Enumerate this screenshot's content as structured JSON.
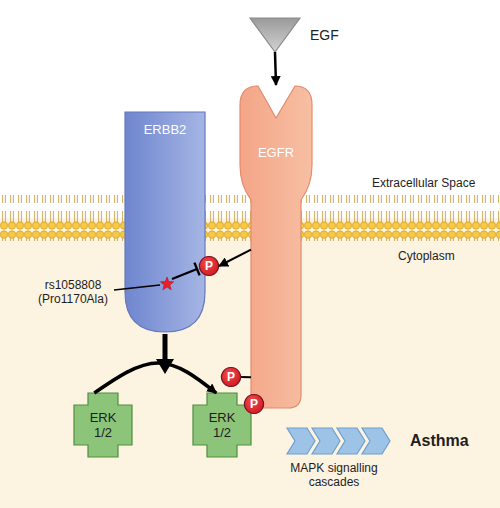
{
  "diagram": {
    "nodes": [
      {
        "text": [
          "EGF"
        ]
      },
      {
        "text": [
          "ERBB2"
        ]
      },
      {
        "text": [
          "EGFR"
        ]
      },
      {
        "text": [
          "P"
        ]
      },
      {
        "text": [
          "P"
        ]
      },
      {
        "text": [
          "ERK 1/2"
        ]
      },
      {
        "text": [
          "ERK 1/2"
        ]
      },
      {
        "text": [
          "P"
        ]
      },
      {
        "text": [
          "MAPK signalling cascades"
        ]
      }
    ],
    "edges": [
      {
        "from": 0,
        "to": 2,
        "arrow": "to"
      },
      {
        "from": 2,
        "to": 3,
        "arrow": "to"
      },
      {
        "from": 2,
        "to": 4,
        "arrow": "none"
      },
      {
        "from": 5,
        "to": 6,
        "arrow": "to"
      }
    ],
    "labels": [
      "Extracellular Space",
      "Cytoplasm",
      "rs1058808 (Pro1170Ala)",
      "Asthma"
    ]
  }
}
